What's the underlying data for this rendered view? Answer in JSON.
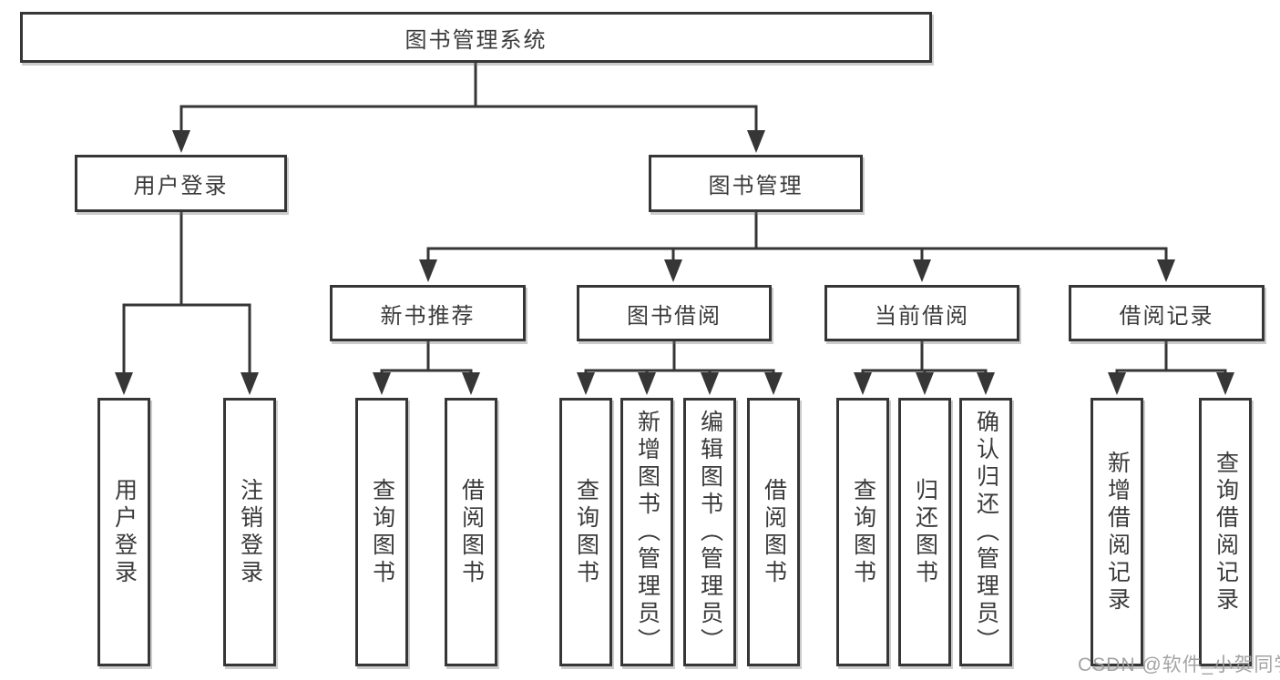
{
  "nodes": {
    "root": {
      "label": "图书管理系统"
    },
    "user_login": {
      "label": "用户登录"
    },
    "book_management": {
      "label": "图书管理"
    },
    "new_book_recommend": {
      "label": "新书推荐"
    },
    "book_borrow": {
      "label": "图书借阅"
    },
    "current_borrow": {
      "label": "当前借阅"
    },
    "borrow_record": {
      "label": "借阅记录"
    }
  },
  "leaves": {
    "user_login": [
      "用户登录",
      "注销登录"
    ],
    "new_book_recommend": [
      "查询图书",
      "借阅图书"
    ],
    "book_borrow": [
      "查询图书",
      "新增图书（管理员）",
      "编辑图书（管理员）",
      "借阅图书"
    ],
    "current_borrow": [
      "查询图书",
      "归还图书",
      "确认归还（管理员）"
    ],
    "borrow_record": [
      "新增借阅记录",
      "查询借阅记录"
    ]
  },
  "watermark": "CSDN @软件_小贺同学",
  "colors": {
    "line": "#363636",
    "box_border": "#363636",
    "box_background": "#ffffff",
    "text": "#3a3a3a",
    "watermark": "#9e9e9e",
    "background": "#ffffff"
  }
}
